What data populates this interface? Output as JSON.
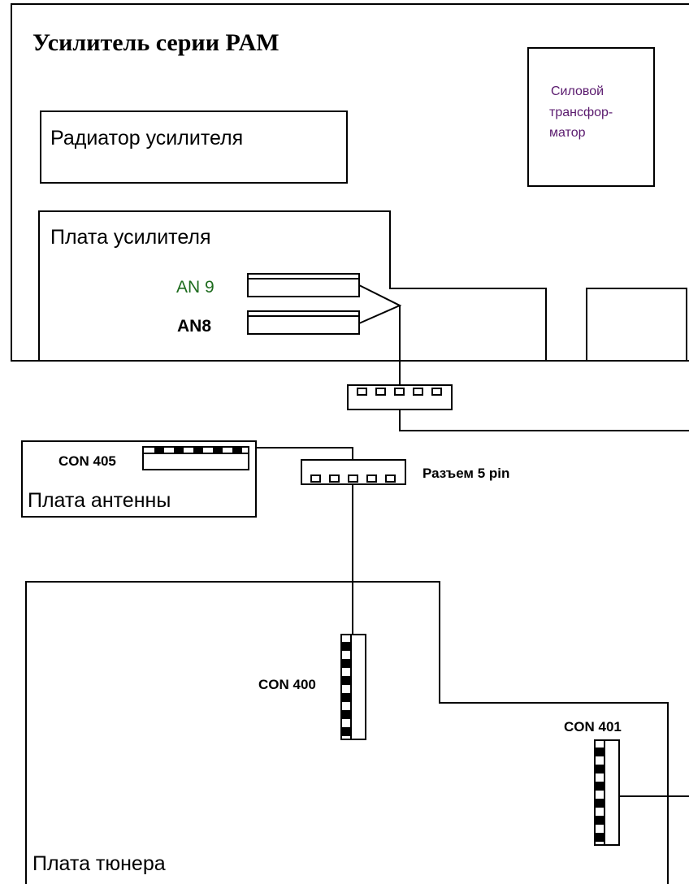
{
  "title": "Усилитель серии PAM",
  "blocks": {
    "radiator": "Радиатор усилителя",
    "transformer": [
      "Силовой",
      "трансфор-",
      "матор"
    ],
    "amp_board": "Плата усилителя",
    "antenna_board": "Плата антенны",
    "tuner_board": "Плата тюнера"
  },
  "connectors": {
    "an9": "AN 9",
    "an8": "AN8",
    "con405": "CON 405",
    "connector_5pin": "Разъем 5 pin",
    "con400": "CON 400",
    "con401": "CON 401"
  },
  "colors": {
    "an9_text": "#1d6b1d",
    "transformer_text": "#5a1a6e",
    "line": "#000000"
  }
}
